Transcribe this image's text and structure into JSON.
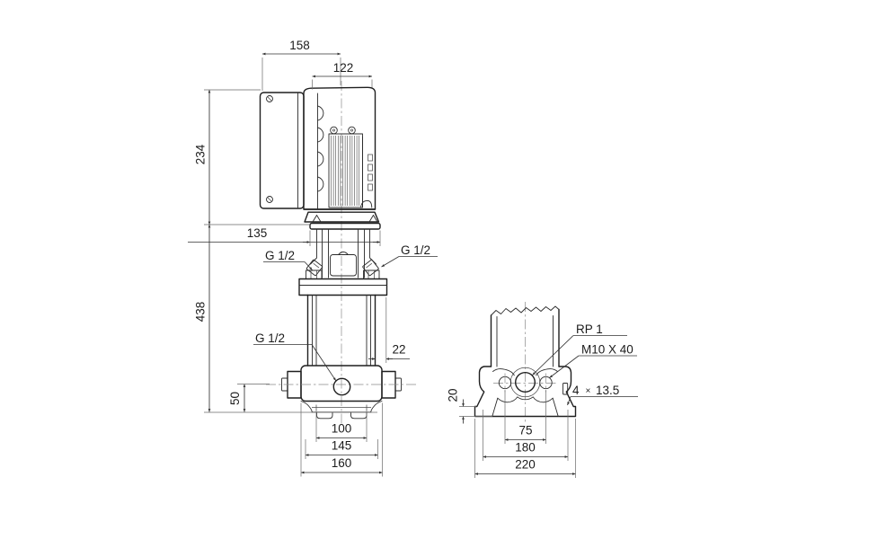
{
  "drawing": {
    "title": "pump-dimensional-drawing",
    "front_view": {
      "dim_terminal_depth": "158",
      "dim_motor_width": "122",
      "dim_motor_height": "234",
      "dim_pump_height": "438",
      "dim_stool_width": "135",
      "dim_flange_offset": "22",
      "dim_port_height": "50",
      "dim_base_inner": "100",
      "dim_base_mid": "145",
      "dim_base_outer": "160",
      "label_plug_left": "G 1/2",
      "label_plug_right": "G 1/2",
      "label_drain": "G 1/2"
    },
    "base_view": {
      "dim_foot_height": "20",
      "dim_bolt_spacing": "75",
      "dim_hole_spacing": "180",
      "dim_overall_width": "220",
      "label_port": "RP 1",
      "label_bolt": "M10 X 40",
      "label_holes_count": "4",
      "label_holes_mult": "×",
      "label_holes_size": "13.5"
    },
    "colors": {
      "line": "#1f1f1f",
      "dim": "#333333",
      "centerline": "#8a8a8a",
      "background": "#ffffff"
    }
  }
}
